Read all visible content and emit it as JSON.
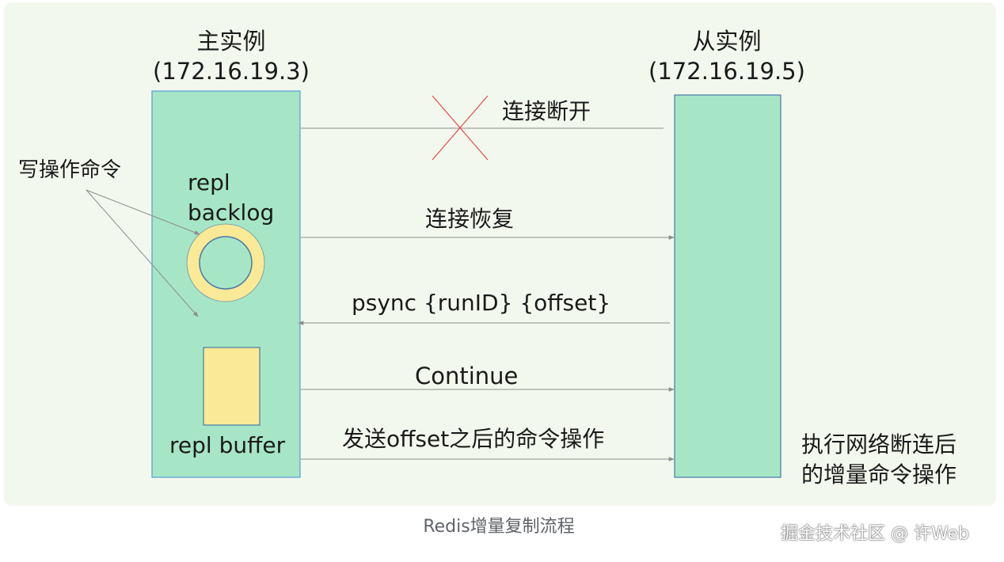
{
  "diagram": {
    "master": {
      "title": "主实例",
      "ip": "(172.16.19.3)"
    },
    "replica": {
      "title": "从实例",
      "ip": "(172.16.19.5)"
    },
    "write_ops": "写操作命令",
    "backlog_label": "repl\nbacklog",
    "buffer_label": "repl buffer",
    "messages": {
      "disconnect": "连接断开",
      "reconnect": "连接恢复",
      "psync": "psync {runID} {offset}",
      "continue": "Continue",
      "send_after": "发送offset之后的命令操作"
    },
    "replica_note": "执行网络断连后\n的增量命令操作",
    "caption": "Redis增量复制流程",
    "watermark": "掘金技术社区 @ 许Web",
    "colors": {
      "instance_fill": "#a6e6c6",
      "buffer_fill": "#fae996",
      "cross": "#e84a4a",
      "line": "#8c8c8c",
      "background": "#f3f8ee"
    }
  }
}
